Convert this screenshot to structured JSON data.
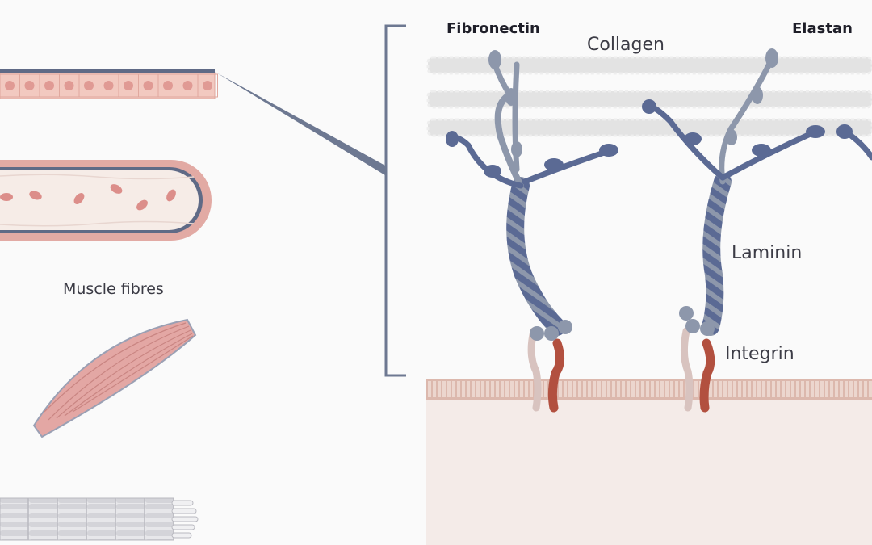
{
  "labels": {
    "muscle_fibres": "Muscle fibres",
    "fibronectin": "Fibronectin",
    "collagen": "Collagen",
    "elastan": "Elastan",
    "laminin": "Laminin",
    "integrin": "Integrin"
  },
  "colors": {
    "background": "#fafafa",
    "cell_pink": "#f2c9c0",
    "cell_nucleus": "#e09a94",
    "membrane_blue": "#5f6a86",
    "muscle_pink": "#e3a7a4",
    "tube_outer": "#e2aaa4",
    "protein_blue": "#5b6a94",
    "protein_grey": "#8d97ab",
    "collagen_grey": "#e3e3e3",
    "integrin_red": "#b2503f",
    "integrin_light": "#d8c3bf",
    "membrane_band": "#ecd6ce",
    "cytoplasm": "#f4ebe8",
    "bracket": "#6d7891"
  }
}
